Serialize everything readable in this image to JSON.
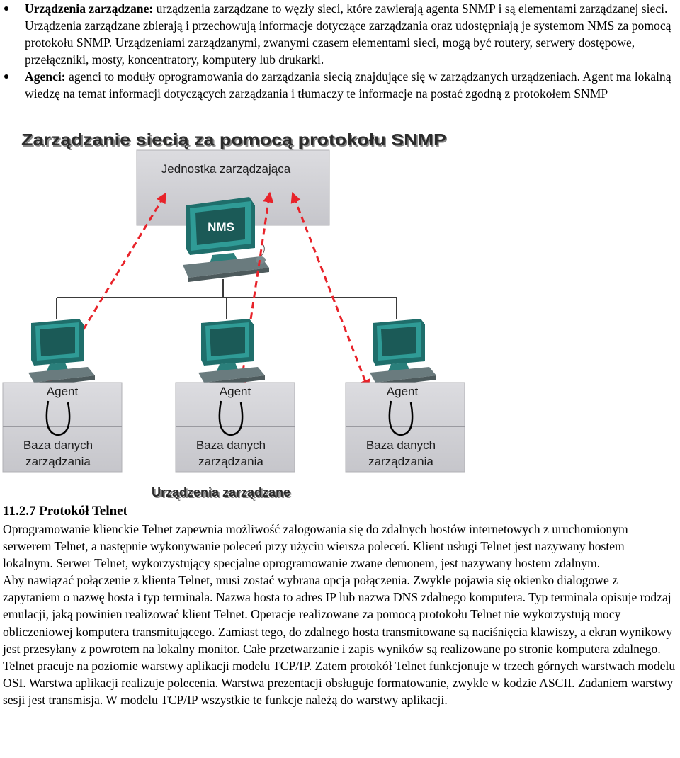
{
  "bullets": [
    {
      "term": "Urządzenia zarządzane:",
      "text": " urządzenia zarządzane to węzły sieci, które zawierają agenta SNMP i są elementami zarządzanej sieci. Urządzenia zarządzane zbierają i przechowują informacje dotyczące zarządzania oraz udostępniają je systemom NMS za pomocą protokołu SNMP. Urządzeniami zarządzanymi, zwanymi czasem elementami sieci, mogą być routery, serwery dostępowe, przełączniki, mosty, koncentratory, komputery lub drukarki."
    },
    {
      "term": "Agenci:",
      "text": " agenci to moduły oprogramowania do zarządzania siecią znajdujące się w zarządzanych urządzeniach. Agent ma lokalną wiedzę na temat informacji dotyczących zarządzania i tłumaczy te informacje na postać zgodną z protokołem SNMP"
    }
  ],
  "diagram": {
    "title": "Zarządzanie siecią za pomocą protokołu SNMP",
    "manager_label": "Jednostka zarządzająca",
    "nms_label": "NMS",
    "agent_label": "Agent",
    "db_label_line1": "Baza danych",
    "db_label_line2": "zarządzania",
    "devices_label": "Urządzenia zarządzane",
    "colors": {
      "box_fill": "#d0d0d4",
      "arrow": "#e8232a",
      "monitor": "#2a8a86",
      "title_shadow": "#7f7f7f"
    }
  },
  "section": {
    "heading": "11.2.7 Protokół Telnet",
    "paragraphs": [
      "Oprogramowanie klienckie Telnet zapewnia możliwość zalogowania się do zdalnych hostów internetowych z uruchomionym serwerem Telnet, a następnie wykonywanie poleceń przy użyciu wiersza poleceń. Klient usługi Telnet jest nazywany hostem lokalnym. Serwer Telnet, wykorzystujący specjalne oprogramowanie zwane demonem, jest nazywany hostem zdalnym.",
      "Aby nawiązać połączenie z klienta Telnet, musi zostać wybrana opcja połączenia. Zwykle pojawia się okienko dialogowe z zapytaniem o nazwę hosta i typ terminala. Nazwa hosta to adres IP lub nazwa DNS zdalnego komputera. Typ terminala opisuje rodzaj emulacji, jaką powinien realizować klient Telnet. Operacje realizowane za pomocą protokołu Telnet nie wykorzystują mocy obliczeniowej komputera transmitującego. Zamiast tego, do zdalnego hosta transmitowane są naciśnięcia klawiszy, a ekran wynikowy jest przesyłany z powrotem na lokalny monitor. Całe przetwarzanie i zapis wyników są realizowane po stronie komputera zdalnego.",
      "Telnet pracuje na poziomie warstwy aplikacji modelu TCP/IP. Zatem protokół Telnet funkcjonuje w trzech górnych warstwach modelu OSI. Warstwa aplikacji realizuje polecenia. Warstwa prezentacji obsługuje formatowanie, zwykle w kodzie ASCII. Zadaniem warstwy sesji jest transmisja. W modelu TCP/IP wszystkie te funkcje należą do warstwy aplikacji."
    ]
  }
}
